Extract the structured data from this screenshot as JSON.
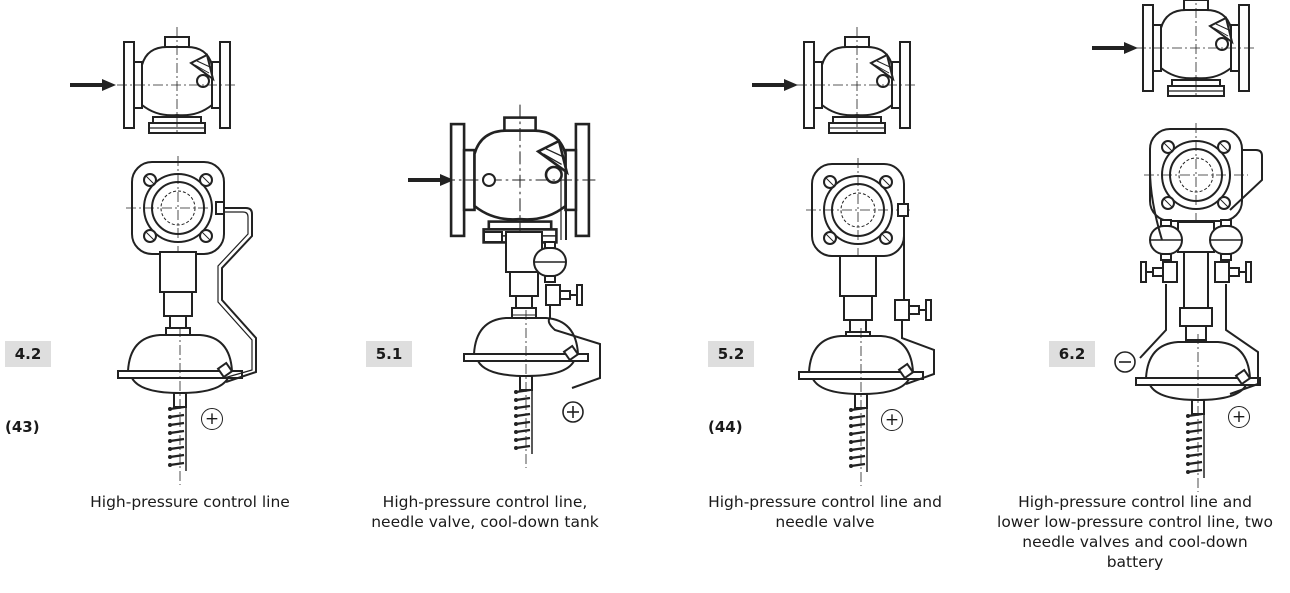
{
  "variants": [
    {
      "label": "4.2",
      "ref": "(43)",
      "caption": "High-pressure control line",
      "sign": "+",
      "features": {
        "needle_valves": 0,
        "cool_down": "none",
        "low_pressure_line": false
      }
    },
    {
      "label": "5.1",
      "ref": "",
      "caption": "High-pressure control line, needle valve, cool-down tank",
      "sign": "+",
      "features": {
        "needle_valves": 1,
        "cool_down": "tank",
        "low_pressure_line": false
      }
    },
    {
      "label": "5.2",
      "ref": "(44)",
      "caption": "High-pressure control line and needle valve",
      "sign": "+",
      "features": {
        "needle_valves": 1,
        "cool_down": "none",
        "low_pressure_line": false
      }
    },
    {
      "label": "6.2",
      "ref": "",
      "caption": "High-pressure control line and lower low-pressure control line, two needle valves and cool-down battery",
      "sign": "+",
      "sign_low": "−",
      "features": {
        "needle_valves": 2,
        "cool_down": "battery",
        "low_pressure_line": true
      }
    }
  ]
}
